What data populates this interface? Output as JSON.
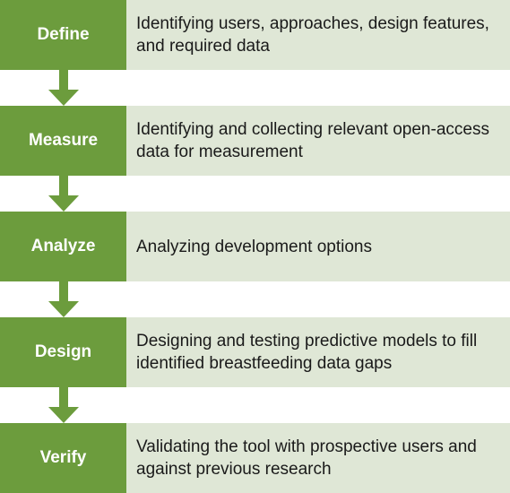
{
  "steps": [
    {
      "label": "Define",
      "description": "Identifying users, approaches, design features, and required data"
    },
    {
      "label": "Measure",
      "description": "Identifying and collecting relevant open-access data for measurement"
    },
    {
      "label": "Analyze",
      "description": "Analyzing development options"
    },
    {
      "label": "Design",
      "description": "Designing and testing predictive models to fill identified breastfeeding data gaps"
    },
    {
      "label": "Verify",
      "description": "Validating the tool with prospective users and against previous research"
    }
  ],
  "colors": {
    "label_bg": "#6c9c3d",
    "desc_bg": "#dfe7d6",
    "arrow": "#6c9c3d"
  }
}
